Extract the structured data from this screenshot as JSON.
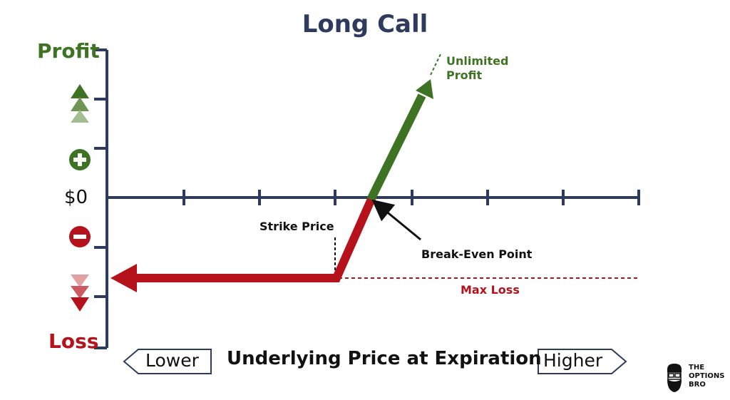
{
  "title": "Long Call",
  "y_axis": {
    "top_label": "Profit",
    "bottom_label": "Loss",
    "zero_label": "$0"
  },
  "x_axis": {
    "title": "Underlying Price at Expiration",
    "left_label": "Lower",
    "right_label": "Higher"
  },
  "annotations": {
    "unlimited_profit_line1": "Unlimited",
    "unlimited_profit_line2": "Profit",
    "strike_price": "Strike Price",
    "break_even": "Break-Even Point",
    "max_loss": "Max Loss"
  },
  "logo": {
    "line1": "THE",
    "line2": "OPTIONS",
    "line3": "BRO"
  },
  "colors": {
    "axis": "#2e3b5e",
    "profit": "#3f7324",
    "loss": "#b5121b",
    "text": "#111111"
  }
}
